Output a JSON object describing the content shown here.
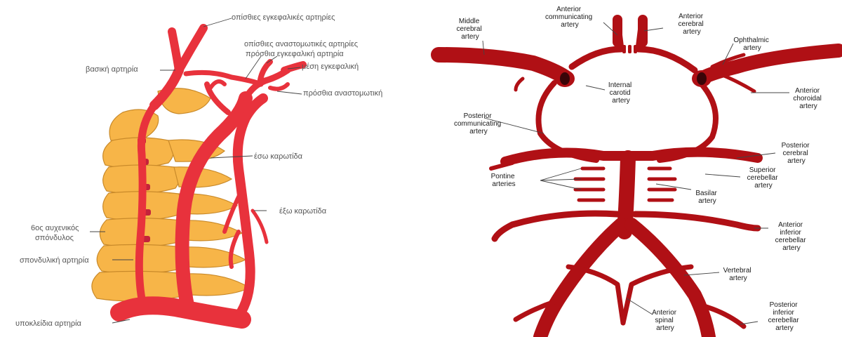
{
  "colors": {
    "artery": "#e8323c",
    "artery_dark": "#b01015",
    "bone": "#f7b548",
    "bone_edge": "#c98a2a",
    "label_gray": "#555555",
    "label_dark": "#1a1a1a"
  },
  "left_panel": {
    "labels": {
      "posterior_cerebral": "οπίσθιες εγκεφαλικές αρτηρίες",
      "posterior_communicating": "οπίσθιες αναστομωτικές αρτηρίες",
      "anterior_cerebral": "πρόσθια εγκεφαλική αρτηρία",
      "basilar": "βασική αρτηρία",
      "middle_cerebral": "μέση εγκεφαλική",
      "anterior_communicating": "πρόσθια αναστομωτική",
      "internal_carotid": "έσω καρωτίδα",
      "external_carotid": "έξω καρωτίδα",
      "sixth_vertebra_line1": "6ος αυχενικός",
      "sixth_vertebra_line2": "σπόνδυλος",
      "vertebral": "σπονδυλική αρτηρία",
      "subclavian": "υποκλείδια αρτηρία"
    }
  },
  "right_panel": {
    "labels": {
      "middle_cerebral": [
        "Middle",
        "cerebral",
        "artery"
      ],
      "anterior_communicating": [
        "Anterior",
        "communicating",
        "artery"
      ],
      "anterior_cerebral": [
        "Anterior",
        "cerebral",
        "artery"
      ],
      "ophthalmic": [
        "Ophthalmic",
        "artery"
      ],
      "internal_carotid": [
        "Internal",
        "carotid",
        "artery"
      ],
      "anterior_choroidal": [
        "Anterior",
        "choroidal",
        "artery"
      ],
      "posterior_communicating": [
        "Posterior",
        "communicating",
        "artery"
      ],
      "posterior_cerebral": [
        "Posterior",
        "cerebral",
        "artery"
      ],
      "pontine": [
        "Pontine",
        "arteries"
      ],
      "superior_cerebellar": [
        "Superior",
        "cerebellar",
        "artery"
      ],
      "basilar": [
        "Basilar",
        "artery"
      ],
      "anterior_inferior_cerebellar": [
        "Anterior",
        "inferior",
        "cerebellar",
        "artery"
      ],
      "vertebral": [
        "Vertebral",
        "artery"
      ],
      "anterior_spinal": [
        "Anterior",
        "spinal",
        "artery"
      ],
      "posterior_inferior_cerebellar": [
        "Posterior",
        "inferior",
        "cerebellar",
        "artery"
      ]
    }
  }
}
